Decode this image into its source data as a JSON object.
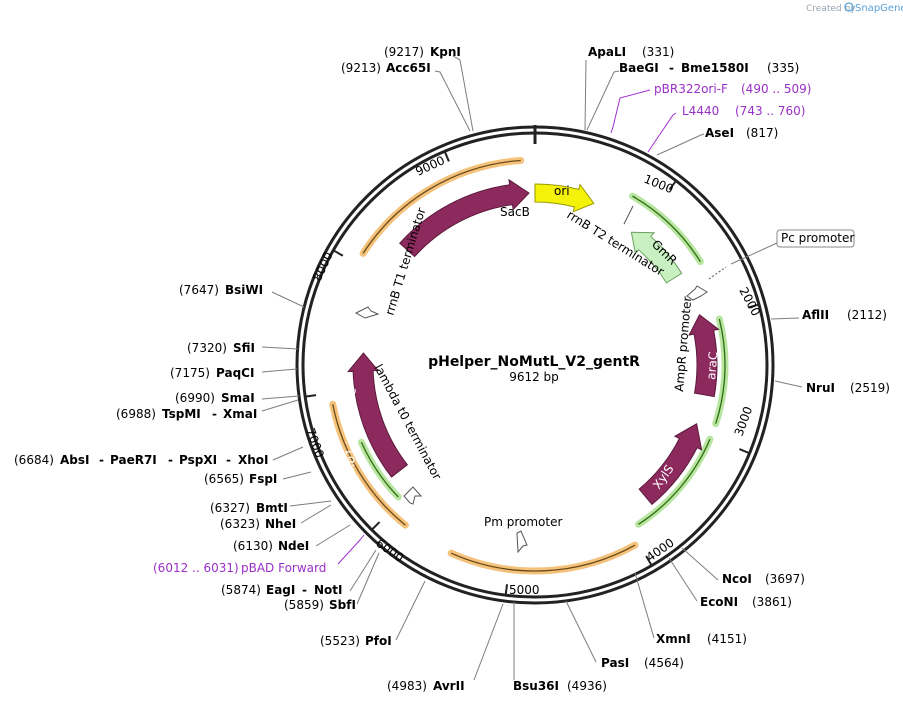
{
  "credit": {
    "prefix": "Created by",
    "brand": "SnapGene"
  },
  "plasmid": {
    "name": "pHelper_NoMutL_V2_gentR",
    "size_label": "9612 bp",
    "length": 9612
  },
  "ruler": [
    {
      "bp": 1000,
      "label": "1000"
    },
    {
      "bp": 2000,
      "label": "2000"
    },
    {
      "bp": 3000,
      "label": "3000"
    },
    {
      "bp": 4000,
      "label": "4000"
    },
    {
      "bp": 5000,
      "label": "5000"
    },
    {
      "bp": 6000,
      "label": "6000"
    },
    {
      "bp": 7000,
      "label": "7000"
    },
    {
      "bp": 8000,
      "label": "8000"
    },
    {
      "bp": 9000,
      "label": "9000"
    }
  ],
  "sites": [
    {
      "key": "kpni",
      "name": "KpnI",
      "pos": "(9217)",
      "bp": 9217
    },
    {
      "key": "acc65i",
      "name": "Acc65I",
      "pos": "(9213)",
      "bp": 9213
    },
    {
      "key": "apali",
      "name": "ApaLI",
      "pos": "(331)",
      "bp": 331
    },
    {
      "key": "baegi",
      "name": "BaeGI",
      "name2": "Bme1580I",
      "pos": "(335)",
      "bp": 335
    },
    {
      "key": "asei",
      "name": "AseI",
      "pos": "(817)",
      "bp": 817
    },
    {
      "key": "aflii",
      "name": "AflII",
      "pos": "(2112)",
      "bp": 2112
    },
    {
      "key": "nrui",
      "name": "NruI",
      "pos": "(2519)",
      "bp": 2519
    },
    {
      "key": "ncoi",
      "name": "NcoI",
      "pos": "(3697)",
      "bp": 3697
    },
    {
      "key": "econi",
      "name": "EcoNI",
      "pos": "(3861)",
      "bp": 3861
    },
    {
      "key": "xmni",
      "name": "XmnI",
      "pos": "(4151)",
      "bp": 4151
    },
    {
      "key": "pasi",
      "name": "PasI",
      "pos": "(4564)",
      "bp": 4564
    },
    {
      "key": "bsu36i",
      "name": "Bsu36I",
      "pos": "(4936)",
      "bp": 4936
    },
    {
      "key": "avrii",
      "name": "AvrII",
      "pos": "(4983)",
      "bp": 4983
    },
    {
      "key": "pfoi",
      "name": "PfoI",
      "pos": "(5523)",
      "bp": 5523
    },
    {
      "key": "sbfi",
      "name": "SbfI",
      "pos": "(5859)",
      "bp": 5859
    },
    {
      "key": "eagi",
      "name": "EagI",
      "name2": "NotI",
      "pos": "(5874)",
      "bp": 5874
    },
    {
      "key": "ndei",
      "name": "NdeI",
      "pos": "(6130)",
      "bp": 6130
    },
    {
      "key": "nhei",
      "name": "NheI",
      "pos": "(6323)",
      "bp": 6323
    },
    {
      "key": "bmti",
      "name": "BmtI",
      "pos": "(6327)",
      "bp": 6327
    },
    {
      "key": "fspi",
      "name": "FspI",
      "pos": "(6565)",
      "bp": 6565
    },
    {
      "key": "absi",
      "name": "AbsI",
      "name2": "PaeR7I",
      "name3": "PspXI",
      "name4": "XhoI",
      "pos": "(6684)",
      "bp": 6684
    },
    {
      "key": "tspmi",
      "name": "TspMI",
      "name2": "XmaI",
      "pos": "(6988)",
      "bp": 6988
    },
    {
      "key": "smai",
      "name": "SmaI",
      "pos": "(6990)",
      "bp": 6990
    },
    {
      "key": "paqci",
      "name": "PaqCI",
      "pos": "(7175)",
      "bp": 7175
    },
    {
      "key": "sfii",
      "name": "SfiI",
      "pos": "(7320)",
      "bp": 7320
    },
    {
      "key": "bsiwi",
      "name": "BsiWI",
      "pos": "(7647)",
      "bp": 7647
    }
  ],
  "primers": [
    {
      "key": "pbr322ori-f",
      "name": "pBR322ori-F",
      "range": "(490 .. 509)"
    },
    {
      "key": "l4440",
      "name": "L4440",
      "range": "(743 .. 760)"
    },
    {
      "key": "pbad-forward",
      "name": "pBAD Forward",
      "range": "(6012 .. 6031)"
    }
  ],
  "features": {
    "ori": "ori",
    "sacb": "SacB",
    "gmr": "GmR",
    "arac": "araC",
    "xyls": "XylS",
    "bxb1": "Bxb1 integrase",
    "rrnb_t1": "rrnB T1 terminator",
    "rrnb_t2": "rrnB T2 terminator",
    "lambda_t0": "lambda t0 terminator",
    "ampr_promoter": "AmpR promoter",
    "pm_promoter": "Pm promoter",
    "pc_promoter": "Pc promoter"
  },
  "colors": {
    "backbone": "#222222",
    "cds": "#8c2a5e",
    "ori": "#f5f20a",
    "gmr": "#c8f0c0",
    "primer": "#9b30c8",
    "orf_orange": "#f4b862",
    "orf_green": "#8ed45e"
  }
}
